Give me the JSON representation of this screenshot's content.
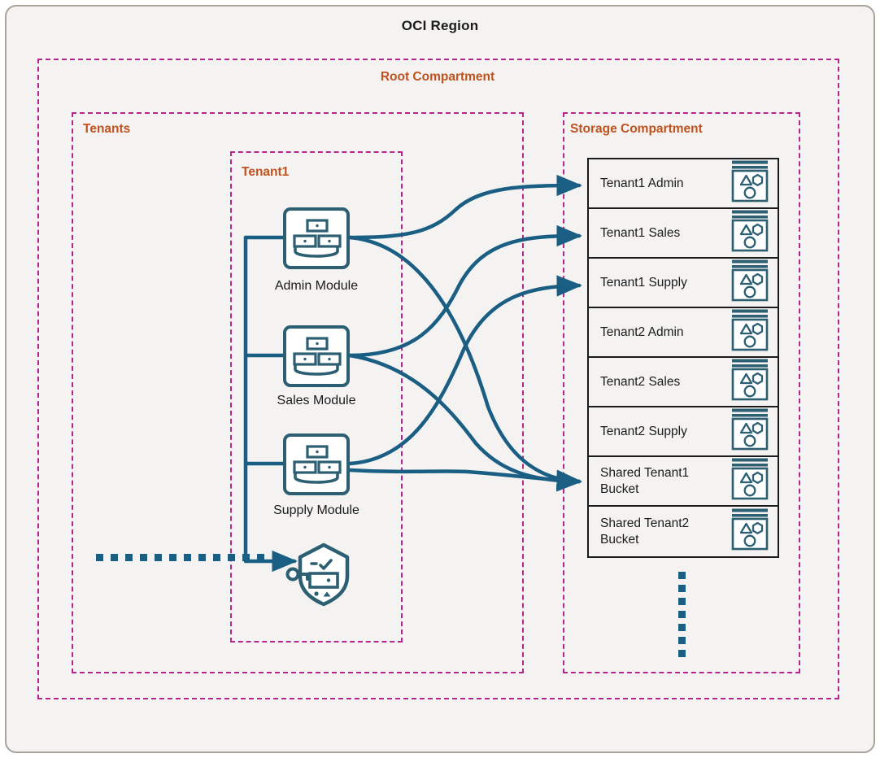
{
  "region": {
    "title": "OCI Region"
  },
  "compartments": {
    "root": {
      "label": "Root Compartment"
    },
    "tenants": {
      "label": "Tenants"
    },
    "tenant1": {
      "label": "Tenant1"
    },
    "storage": {
      "label": "Storage Compartment"
    }
  },
  "modules": [
    {
      "label": "Admin Module",
      "icon": "module-icon"
    },
    {
      "label": "Sales Module",
      "icon": "module-icon"
    },
    {
      "label": "Supply Module",
      "icon": "module-icon"
    }
  ],
  "vault": {
    "icon": "shield-key-icon",
    "label": ""
  },
  "buckets": [
    {
      "label": "Tenant1 Admin",
      "icon": "object-storage-bucket-icon"
    },
    {
      "label": "Tenant1 Sales",
      "icon": "object-storage-bucket-icon"
    },
    {
      "label": "Tenant1 Supply",
      "icon": "object-storage-bucket-icon"
    },
    {
      "label": "Tenant2 Admin",
      "icon": "object-storage-bucket-icon"
    },
    {
      "label": "Tenant2 Sales",
      "icon": "object-storage-bucket-icon"
    },
    {
      "label": "Tenant2 Supply",
      "icon": "object-storage-bucket-icon"
    },
    {
      "label": "Shared Tenant1 Bucket",
      "icon": "object-storage-bucket-icon"
    },
    {
      "label": "Shared Tenant2 Bucket",
      "icon": "object-storage-bucket-icon"
    }
  ],
  "ellipsis": {
    "tenants_more_count": 12,
    "buckets_more_count": 7
  },
  "colors": {
    "background": "#f4f3f1",
    "region_border": "#a9a39c",
    "compartment_border": "#b5258f",
    "compartment_label": "#c0521f",
    "connector": "#1a5f83",
    "icon": "#2c5f72",
    "text": "#1b1b1b"
  }
}
